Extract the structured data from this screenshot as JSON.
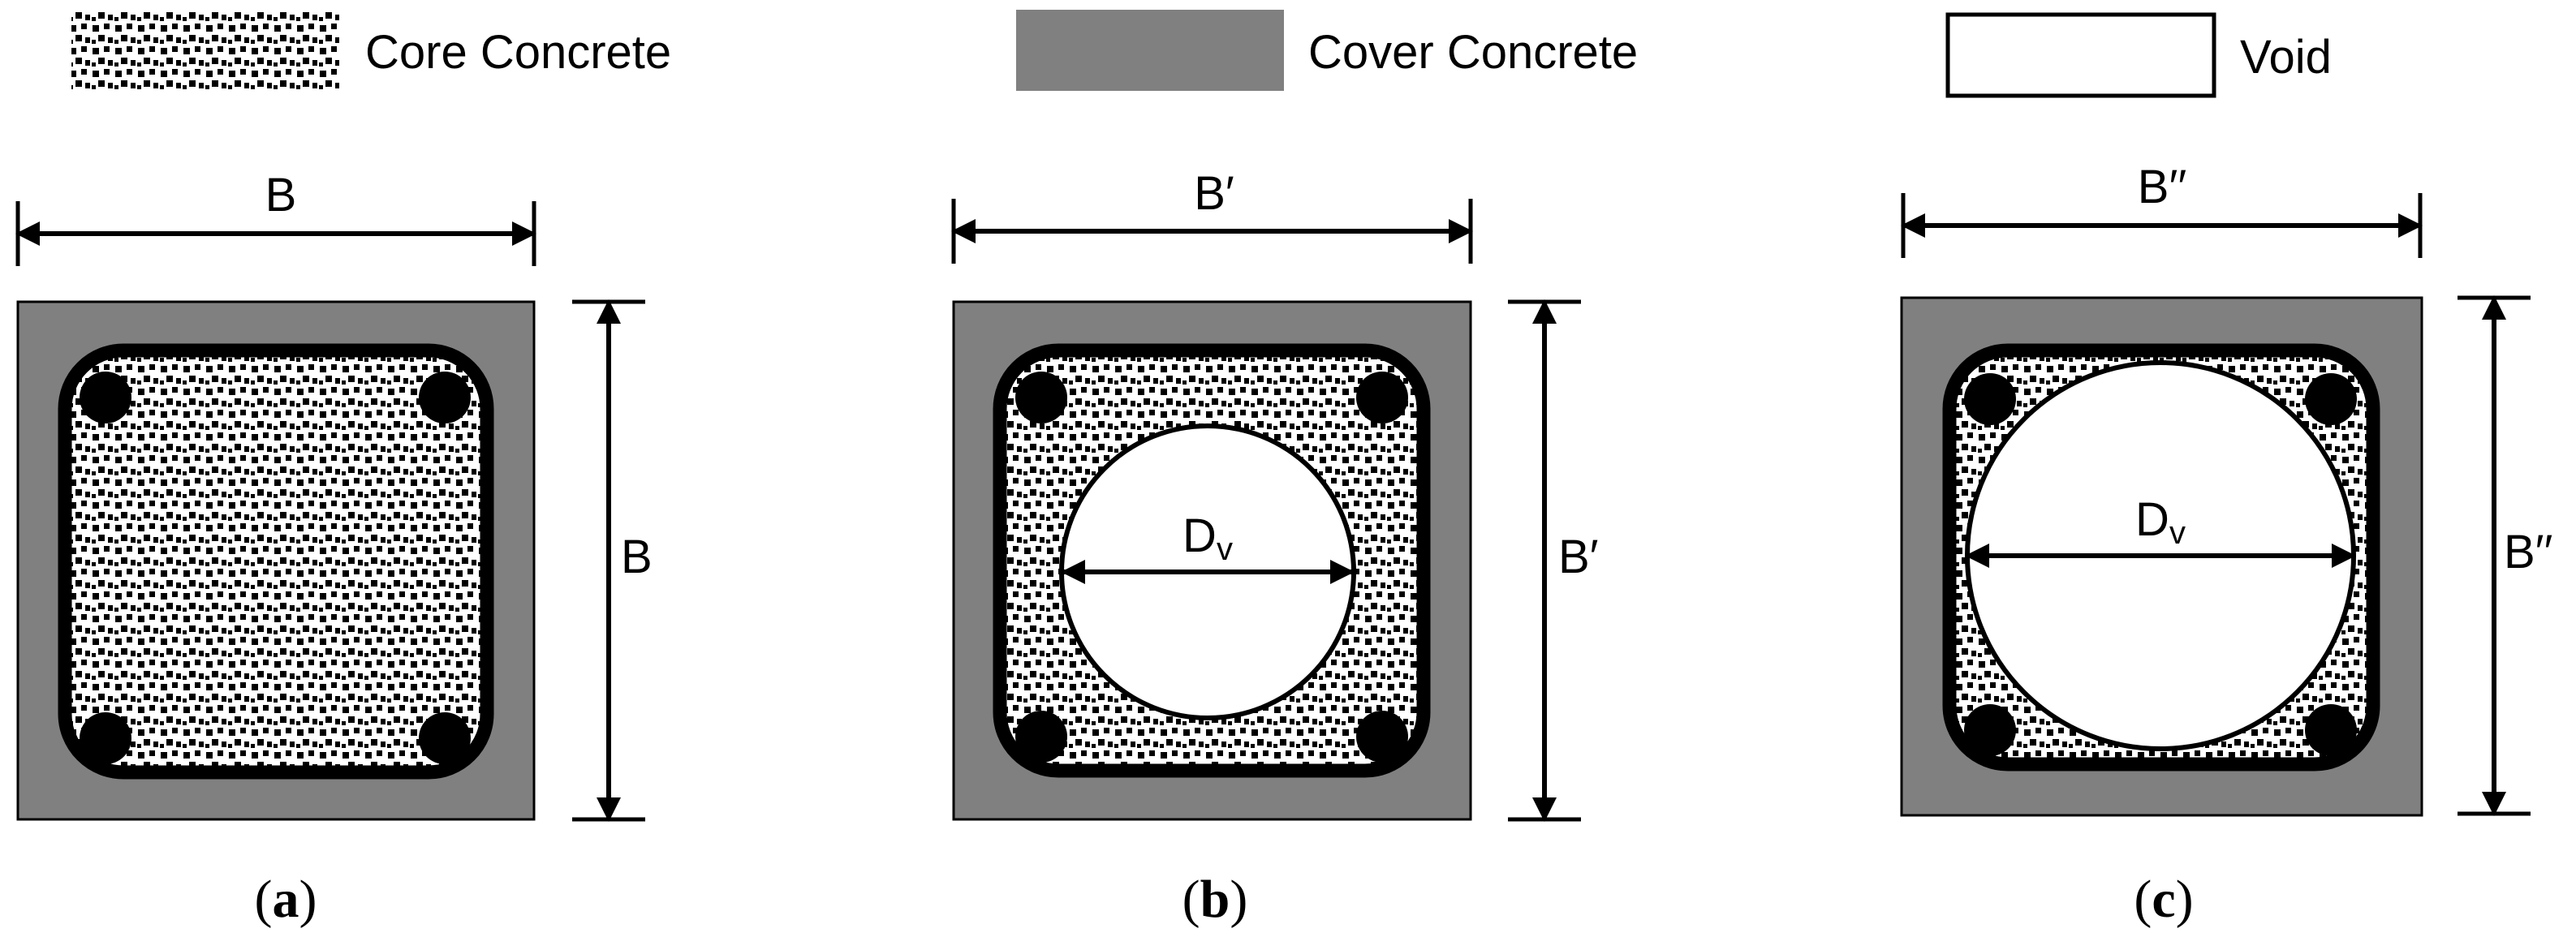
{
  "legend": {
    "core_label": "Core Concrete",
    "cover_label": "Cover Concrete",
    "void_label": "Void"
  },
  "colors": {
    "cover": "#808080",
    "core_background": "#ffffff",
    "core_speckle": "#000000",
    "outline": "#000000",
    "void": "#ffffff"
  },
  "panels": [
    {
      "top_dim_label": "B",
      "side_dim_label": "B",
      "void_label": "",
      "void_label_sub": "",
      "caption_open": "(",
      "caption_letter": "a",
      "caption_close": ")"
    },
    {
      "top_dim_label": "B′",
      "side_dim_label": "B′",
      "void_label": "D",
      "void_label_sub": "v",
      "caption_open": "(",
      "caption_letter": "b",
      "caption_close": ")"
    },
    {
      "top_dim_label": "B′′",
      "side_dim_label": "B′′",
      "void_label": "D",
      "void_label_sub": "v",
      "caption_open": "(",
      "caption_letter": "c",
      "caption_close": ")"
    }
  ]
}
